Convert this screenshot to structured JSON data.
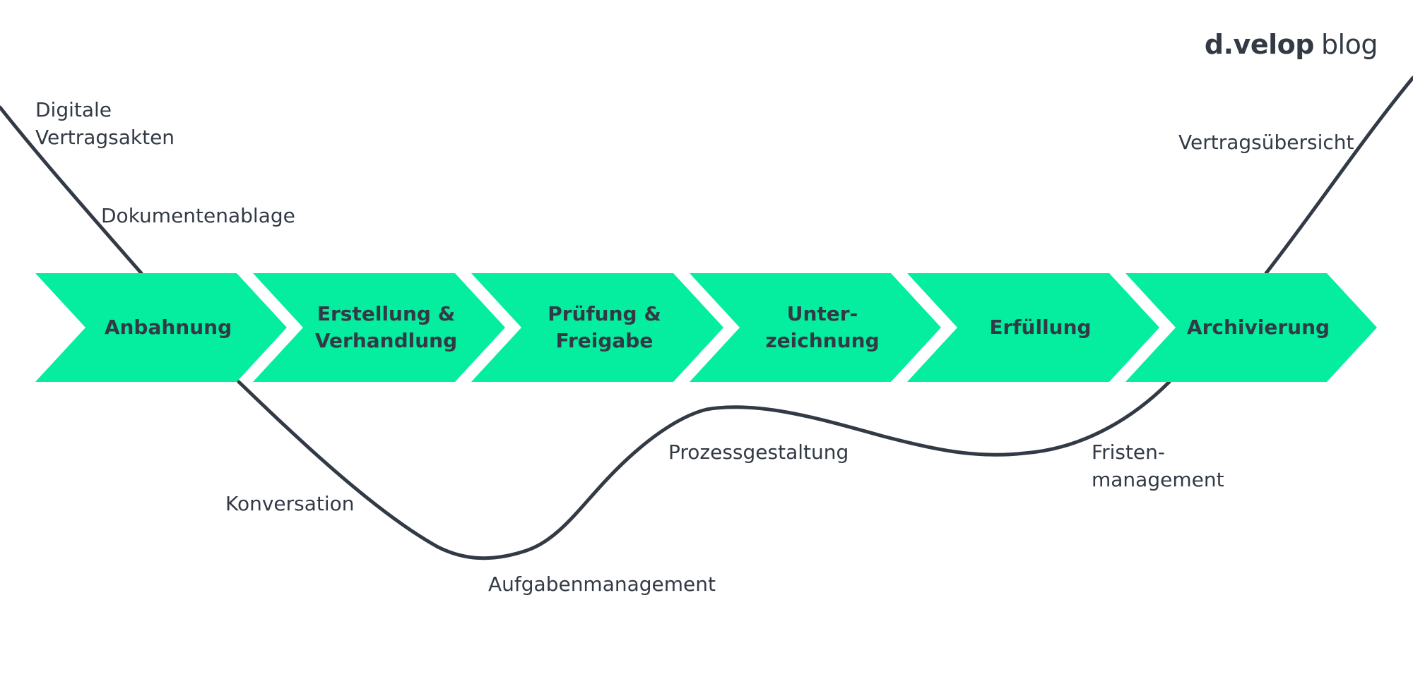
{
  "logo": {
    "brand": "d.velop",
    "suffix": "blog"
  },
  "stages": [
    {
      "label": "Anbahnung"
    },
    {
      "label": "Erstellung &\nVerhandlung"
    },
    {
      "label": "Prüfung &\nFreigabe"
    },
    {
      "label": "Unter-\nzeichnung"
    },
    {
      "label": "Erfüllung"
    },
    {
      "label": "Archivierung"
    }
  ],
  "annotations": {
    "digitale_vertragsakten": "Digitale\nVertragsakten",
    "dokumentenablage": "Dokumentenablage",
    "konversation": "Konversation",
    "aufgabenmanagement": "Aufgabenmanagement",
    "prozessgestaltung": "Prozessgestaltung",
    "fristenmanagement": "Fristen-\nmanagement",
    "vertragsuebersicht": "Vertragsübersicht"
  },
  "colors": {
    "arrow_fill": "#05ed9f",
    "curve_stroke": "#323a45",
    "text": "#323a45",
    "background": "#ffffff"
  }
}
